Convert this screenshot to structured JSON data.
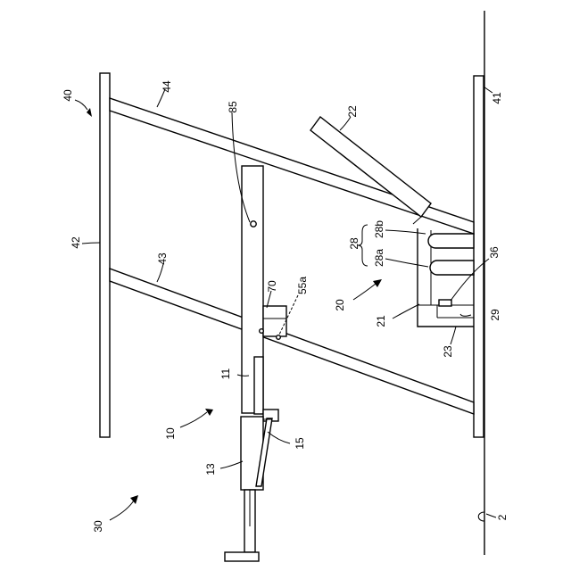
{
  "labels": {
    "n2": "2",
    "n10": "10",
    "n11": "11",
    "n13": "13",
    "n15": "15",
    "n20": "20",
    "n21": "21",
    "n22": "22",
    "n23": "23",
    "n28": "28",
    "n28a": "28a",
    "n28b": "28b",
    "n29": "29",
    "n30": "30",
    "n36": "36",
    "n40": "40",
    "n41": "41",
    "n42": "42",
    "n43": "43",
    "n44": "44",
    "n55a": "55a",
    "n70": "70",
    "n85": "85"
  },
  "colors": {
    "stroke": "#000000",
    "background": "#ffffff"
  }
}
